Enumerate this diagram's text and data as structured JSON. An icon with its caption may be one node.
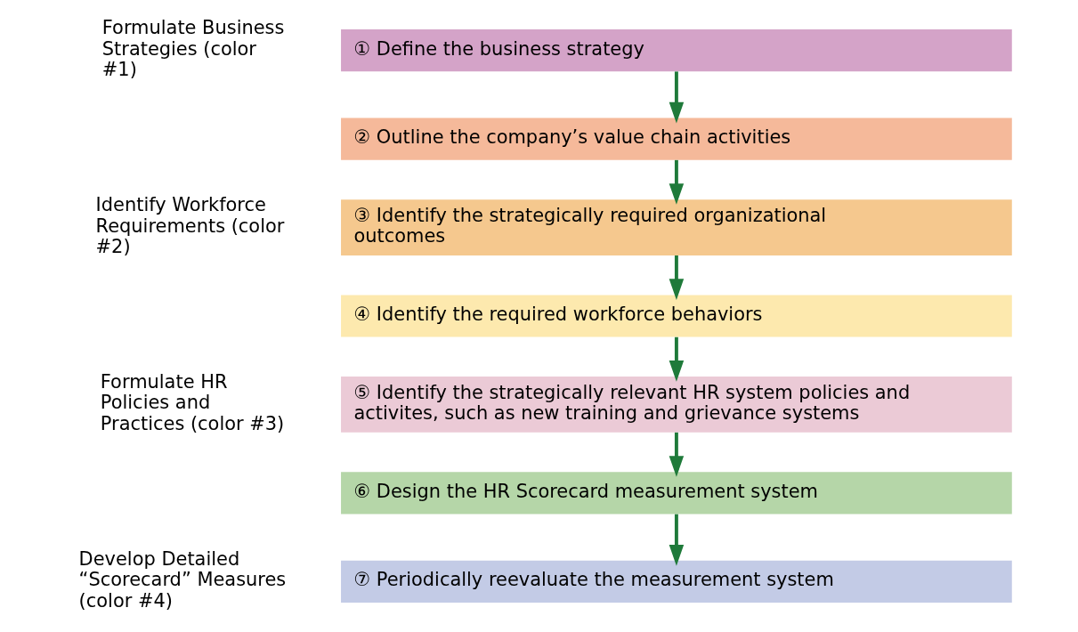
{
  "diagram": {
    "nodes": [
      {
        "text": [
          "① Define the business strategy"
        ]
      },
      {
        "text": [
          "② Outline the company’s value chain activities"
        ]
      },
      {
        "text": [
          "③ Identify the strategically required organizational outcomes"
        ]
      },
      {
        "text": [
          "④ Identify the required workforce behaviors"
        ]
      },
      {
        "text": [
          "⑤ Identify the strategically relevant HR system policies and activites, such as new training and grievance systems"
        ]
      },
      {
        "text": [
          "⑥ Design the HR Scorecard measurement system"
        ]
      },
      {
        "text": [
          "⑦ Periodically reevaluate the measurement system"
        ]
      }
    ],
    "edges": [
      {
        "from": 0,
        "to": 1,
        "arrow": "to"
      },
      {
        "from": 1,
        "to": 2,
        "arrow": "to"
      },
      {
        "from": 2,
        "to": 3,
        "arrow": "to"
      },
      {
        "from": 3,
        "to": 4,
        "arrow": "to"
      },
      {
        "from": 4,
        "to": 5,
        "arrow": "to"
      },
      {
        "from": 5,
        "to": 6,
        "arrow": "to"
      }
    ],
    "labels": [
      "Formulate Business Strategies (color #1)",
      "Identify Workforce Requirements (color #2)",
      "Formulate HR Policies and Practices (color #3)",
      "Develop Detailed “Scorecard” Measures (color #4)"
    ]
  }
}
